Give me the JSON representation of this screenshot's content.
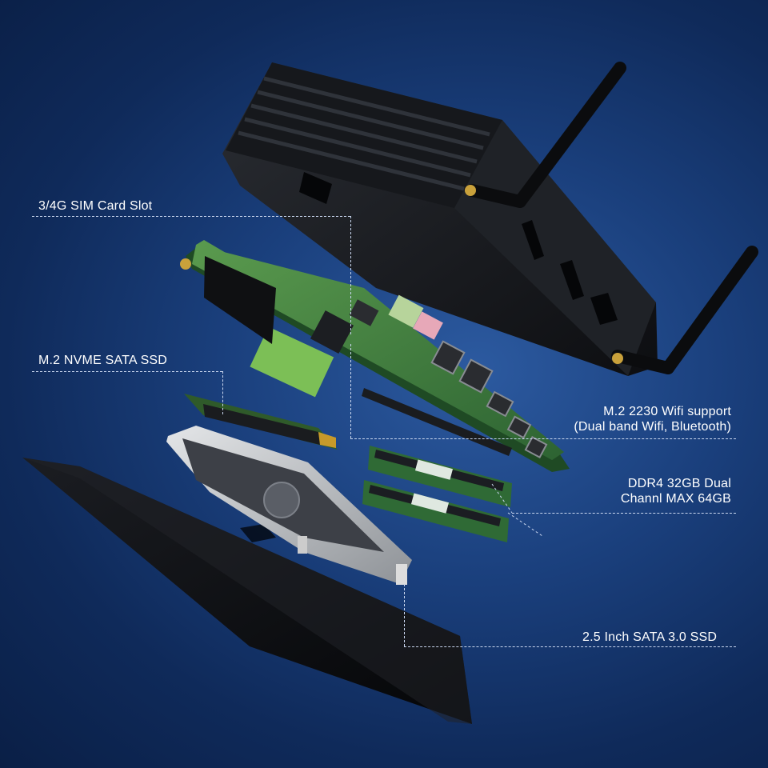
{
  "background": {
    "top": "#1a3f7c",
    "center": "#2c5aa0",
    "edge": "#0a1f46"
  },
  "colors": {
    "enclosure": "#15171b",
    "pcb": "#3c7a3e",
    "ram": "#2f6a35",
    "ssd_bracket": "#b9bcc0",
    "base_plate": "#0c0d10",
    "callout_line": "#c9d6ee",
    "label_text": "#ffffff"
  },
  "callouts": {
    "sim": {
      "text": "3/4G SIM Card Slot"
    },
    "nvme": {
      "text": "M.2 NVME SATA SSD"
    },
    "wifi": {
      "line1": "M.2 2230 Wifi support",
      "line2": "(Dual band Wifi, Bluetooth)"
    },
    "ddr": {
      "line1": "DDR4 32GB  Dual",
      "line2": "Channl MAX 64GB"
    },
    "sata": {
      "text": "2.5 Inch SATA 3.0 SSD"
    }
  }
}
